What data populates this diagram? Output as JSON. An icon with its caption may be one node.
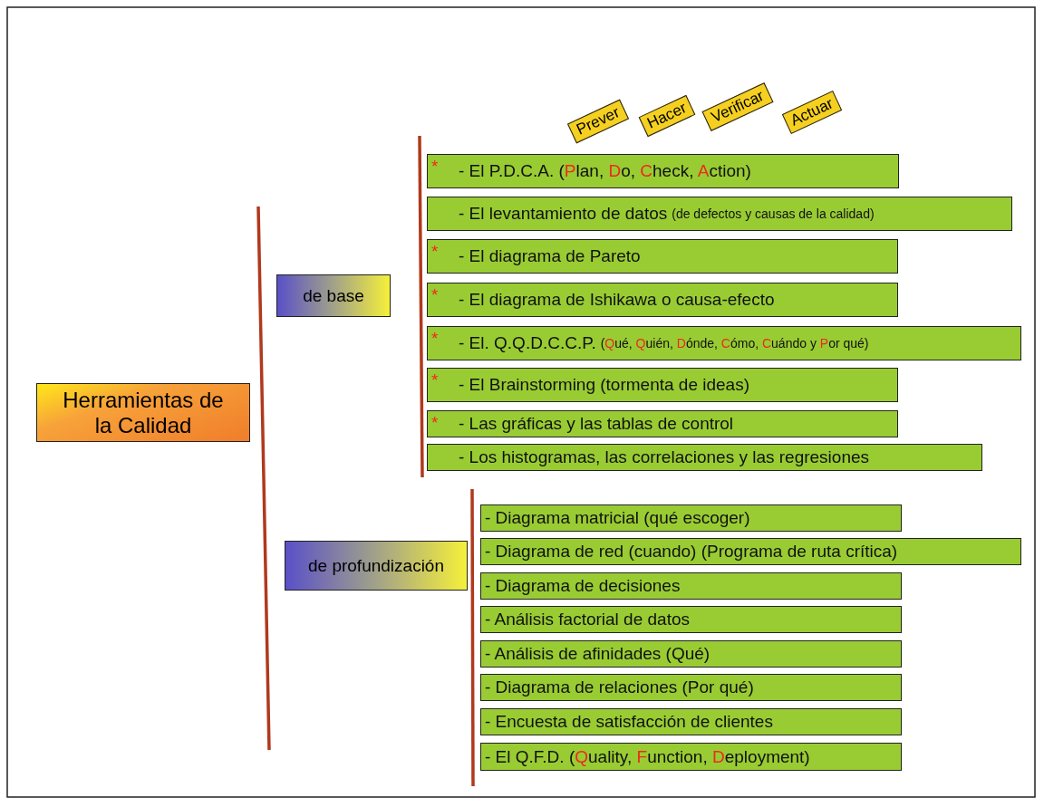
{
  "diagram": {
    "nodes": [
      {
        "text": [
          "Herramientas de la Calidad"
        ]
      },
      {
        "text": [
          "Prever"
        ]
      },
      {
        "text": [
          "Hacer"
        ]
      },
      {
        "text": [
          "Verificar"
        ]
      },
      {
        "text": [
          "Actuar"
        ]
      },
      {
        "text": [
          "de base"
        ]
      },
      {
        "text": [
          "*",
          "- El P.D.C.A. (**P**lan, **D**o, **C**heck, **A**ction)"
        ]
      },
      {
        "text": [
          "- El levantamiento de datos",
          "(de defectos y causas de la calidad)"
        ]
      },
      {
        "text": [
          "*",
          "- El diagrama de Pareto"
        ]
      },
      {
        "text": [
          "*",
          "- El diagrama de Ishikawa o causa-efecto"
        ]
      },
      {
        "text": [
          "*",
          "- El. Q.Q.D.C.C.P.",
          "(**Q**ué, **Q**uién, **D**ónde, **C**ómo, **C**uándo y **P**or qué)"
        ]
      },
      {
        "text": [
          "*",
          "- El Brainstorming (tormenta de ideas)"
        ]
      },
      {
        "text": [
          "*",
          "- Las gráficas y las tablas de control"
        ]
      },
      {
        "text": [
          "- Los histogramas, las correlaciones y las regresiones"
        ]
      },
      {
        "text": [
          "de profundización"
        ]
      },
      {
        "text": [
          "- Diagrama matricial (qué escoger)"
        ]
      },
      {
        "text": [
          "- Diagrama de red (cuando) (Programa de ruta crítica)"
        ]
      },
      {
        "text": [
          "- Diagrama de decisiones"
        ]
      },
      {
        "text": [
          "- Análisis factorial de datos"
        ]
      },
      {
        "text": [
          "- Análisis de afinidades (Qué)"
        ]
      },
      {
        "text": [
          "- Diagrama de relaciones (Por qué)"
        ]
      },
      {
        "text": [
          "- Encuesta de satisfacción de clientes"
        ]
      },
      {
        "text": [
          "- El Q.F.D. (**Q**uality, **F**unction, **D**eployment)"
        ]
      }
    ]
  }
}
